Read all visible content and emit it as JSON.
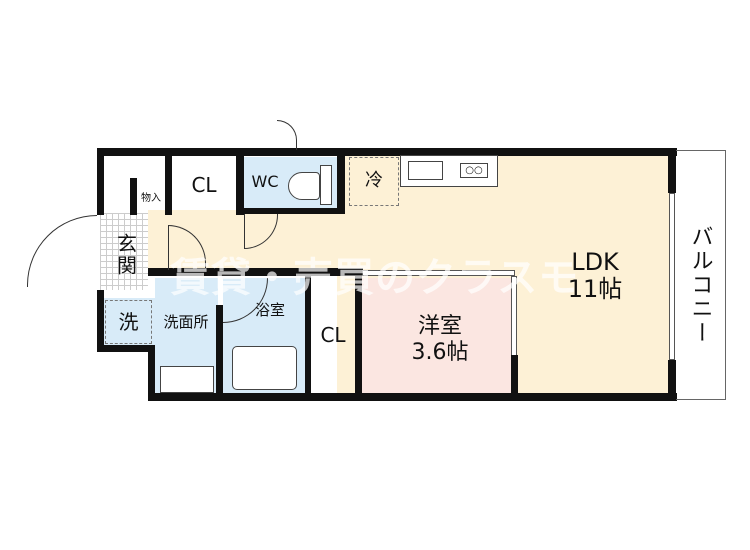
{
  "rooms": {
    "storage": "物入",
    "closet_1": "CL",
    "wc": "WC",
    "fridge": "冷",
    "entrance": "玄関",
    "washer": "洗",
    "washroom": "洗面所",
    "bathroom": "浴室",
    "closet_2": "CL",
    "western_room": "洋室",
    "western_room_size": "3.6帖",
    "ldk": "LDK",
    "ldk_size": "11帖",
    "balcony": "バルコニー"
  },
  "watermark": "賃貸・売買のクラスモ",
  "colors": {
    "ldk": "#fdf1d6",
    "wet_area": "#d8ebf8",
    "western_room": "#fbe6e1",
    "wall": "#111111"
  }
}
